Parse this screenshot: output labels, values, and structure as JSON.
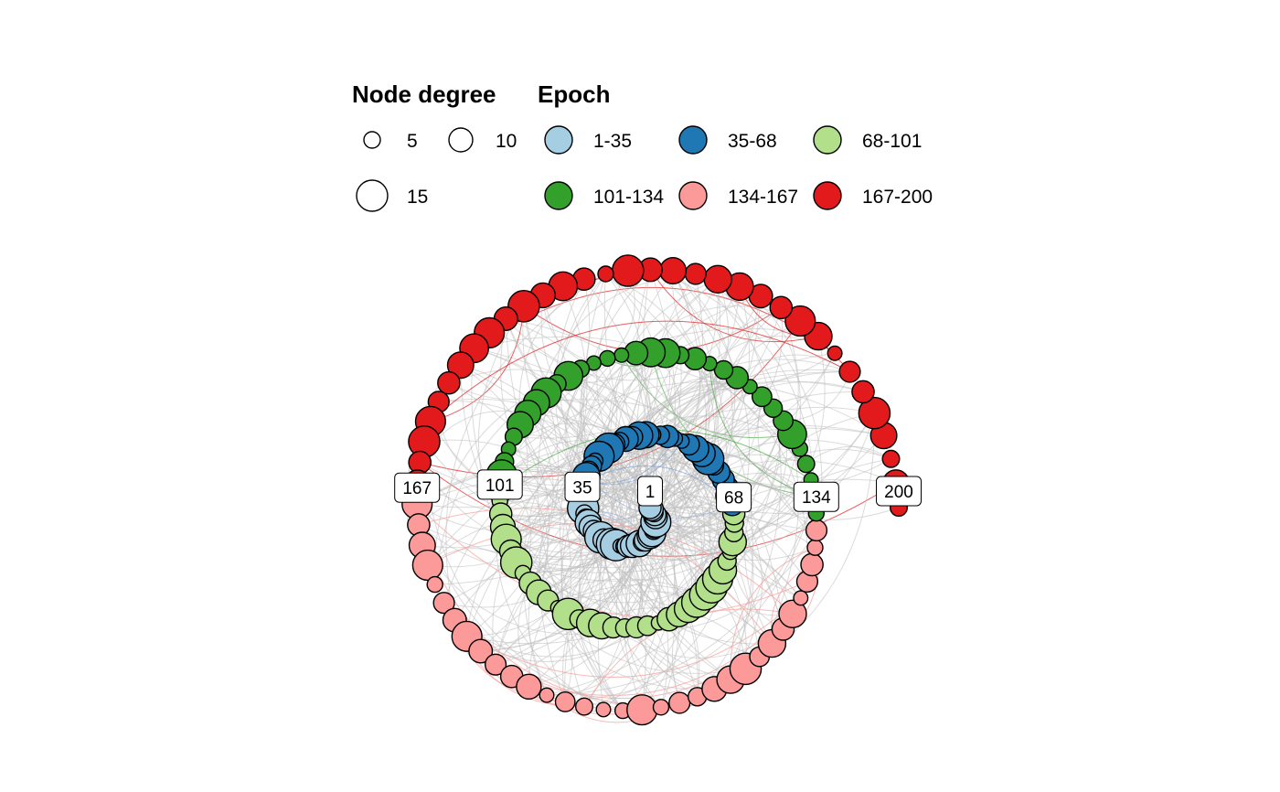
{
  "chart_data": {
    "type": "network-spiral",
    "legend": {
      "size_title": "Node degree",
      "color_title": "Epoch",
      "size_entries": [
        {
          "label": "5",
          "degree": 5
        },
        {
          "label": "10",
          "degree": 10
        },
        {
          "label": "15",
          "degree": 15
        }
      ],
      "color_entries": [
        {
          "label": "1-35",
          "color": "#A6CEE3"
        },
        {
          "label": "35-68",
          "color": "#1F78B4"
        },
        {
          "label": "68-101",
          "color": "#B2DF8A"
        },
        {
          "label": "101-134",
          "color": "#33A02C"
        },
        {
          "label": "134-167",
          "color": "#FB9A99"
        },
        {
          "label": "167-200",
          "color": "#E31A1C"
        }
      ]
    },
    "epoch_markers": [
      {
        "label": "1",
        "node": 1
      },
      {
        "label": "35",
        "node": 35
      },
      {
        "label": "68",
        "node": 68
      },
      {
        "label": "101",
        "node": 101
      },
      {
        "label": "134",
        "node": 134
      },
      {
        "label": "167",
        "node": 167
      },
      {
        "label": "200",
        "node": 200
      }
    ],
    "node_count": 200,
    "edge_color": "#bdbdbd"
  }
}
